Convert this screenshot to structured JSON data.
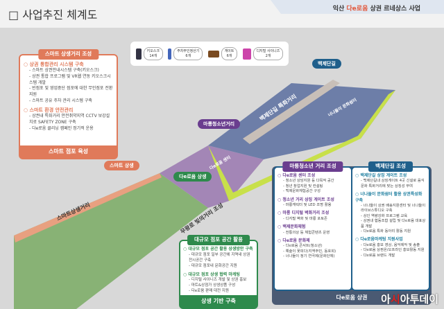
{
  "header": {
    "title": "□ 사업추진 체계도",
    "banner_prefix": "익산 ",
    "banner_highlight": "다e로움",
    "banner_suffix": " 상권 르네상스 사업"
  },
  "legend": [
    {
      "icon": "kiosk-icon",
      "label": "키오스크",
      "count": "14개",
      "color": "#334"
    },
    {
      "icon": "parking-meter-icon",
      "label": "주차무인정산기",
      "count": "6개",
      "color": "#46b"
    },
    {
      "icon": "gate-icon",
      "label": "게이트",
      "count": "6개",
      "color": "#7a4a20"
    },
    {
      "icon": "digital-signage-icon",
      "label": "디지털 사이니즈",
      "count": "2개",
      "color": "#c4a"
    }
  ],
  "map_labels": {
    "smart": "스마트 상생",
    "smart_street": "스마트상생거리",
    "dae": "다e로움 상생",
    "light_street": "무왕로 빛의거리 조성",
    "marong": "마룡청소년거리",
    "baekje_street": "백제단길 특화거리",
    "baekje": "백제단길",
    "dae_center": "다e로움 센터",
    "nanadeul": "너나들이 문화쉼터"
  },
  "colors": {
    "orange": "#e07a5a",
    "green": "#2e8a4c",
    "purple": "#6a3d8f",
    "teal": "#1f5f8b",
    "slate": "#4a5a73"
  },
  "smart_box": {
    "header": "스마트 상생거리 조성",
    "footer": "스마트 점포 육성",
    "sections": [
      {
        "title": "○ 상권 통합관리 시스템 구축",
        "items": [
          "- 스마트 상권안내시스템 구축(키오스크)",
          "- 상권 통합 프로그램 및 VR웹 연동 키오스크시스템 개발",
          "- 빈점포 및 영업중단 점포에 대한 무인점포 전환 지원",
          "- 스마트 공유 주차 관리 시스템 구축"
        ]
      },
      {
        "title": "○ 스마트 환경 안전관리",
        "items": [
          "- 상권내 특화거리 안전취약지역 CCTV 보강설치로 SAFETY ZONE 구축",
          "- 다e로움 클리닝 캠페인 정기적 운용"
        ]
      }
    ]
  },
  "large_box": {
    "header": "대규모 점포 공간 활용",
    "footer": "상생 기반 구축",
    "sections": [
      {
        "title": "○ 대규모 점포 공간 활용 상생방안 구축",
        "items": [
          "- 대규모 점포 일부 공간에 지역내 상권 전시공간 구축",
          "- 대규모 점포내 문화공간 지원"
        ]
      },
      {
        "title": "○ 대규모 점포 상생 협력 마케팅",
        "items": [
          "- 디지털 사이니즈 개발 및 상권 홍보",
          "- 마트&상점가 상생상품 구성",
          "- 다e로움 판매 대전 지원"
        ]
      }
    ]
  },
  "marong_box": {
    "header": "마룡청소년 거리 조성",
    "sections": [
      {
        "title": "○ 다e로움 센터 조성",
        "items": [
          "- 청소년 상담지원 등 다목적 공간",
          "- 청년 창업지원 및 컨설팅",
          "- 백제문화체험공간 구성"
        ]
      },
      {
        "title": "○ 청소년 거리 상징 게이트 조성",
        "items": [
          "- 마룡캐릭터 및 LED 조명 활용"
        ]
      },
      {
        "title": "○ 마룡 디지털 벽화거리 조성",
        "items": [
          "- 디지털 벽화 및 마룡 포토존"
        ]
      },
      {
        "title": "○ 백제문화체험",
        "items": [
          "- 전통의상 등 체험콘텐츠 운영"
        ]
      },
      {
        "title": "○ 다e로움 문화제",
        "items": [
          "- 다e로움 콘서트(청소년)",
          "- 예술이 꽃피다(지역주민, 동호회)",
          "- 너나들이 정기 연극제(문화단체)"
        ]
      }
    ]
  },
  "baekje_box": {
    "header": "백제단길 조성",
    "sections": [
      {
        "title": "○ 백제단길 상징 게이트 조성",
        "items": [
          "- 백제단길내 상징게이트 4곳 신설로 음식문화 특화거리에 맞는 상징성 부여"
        ]
      },
      {
        "title": "○ 너나들이 문화쉼터 활용 상권특성화 구축",
        "items": [
          "- 너나들이 상권 배송지원센터 및 너나들이 라이브스튜디오 구축",
          "- 상인 역량강화 프로그램 교육",
          "- 상권내 협동조합 설립 및 다e로움 대표상품 개발",
          "- 다e로움 특화 동아리 활동 지원"
        ]
      },
      {
        "title": "○ 다e로움마케팅 지원사업",
        "items": [
          "- 다e로움 홍보 영상, 음악제작 및 송출",
          "- 다e로움 상권온/오프라인 홍보활동 지원",
          "- 다e로움 브랜드 개발"
        ]
      }
    ]
  },
  "bottom_footer": "다e로움 상권",
  "watermark": {
    "a": "아",
    "b": "시",
    "c": "아투데이"
  }
}
